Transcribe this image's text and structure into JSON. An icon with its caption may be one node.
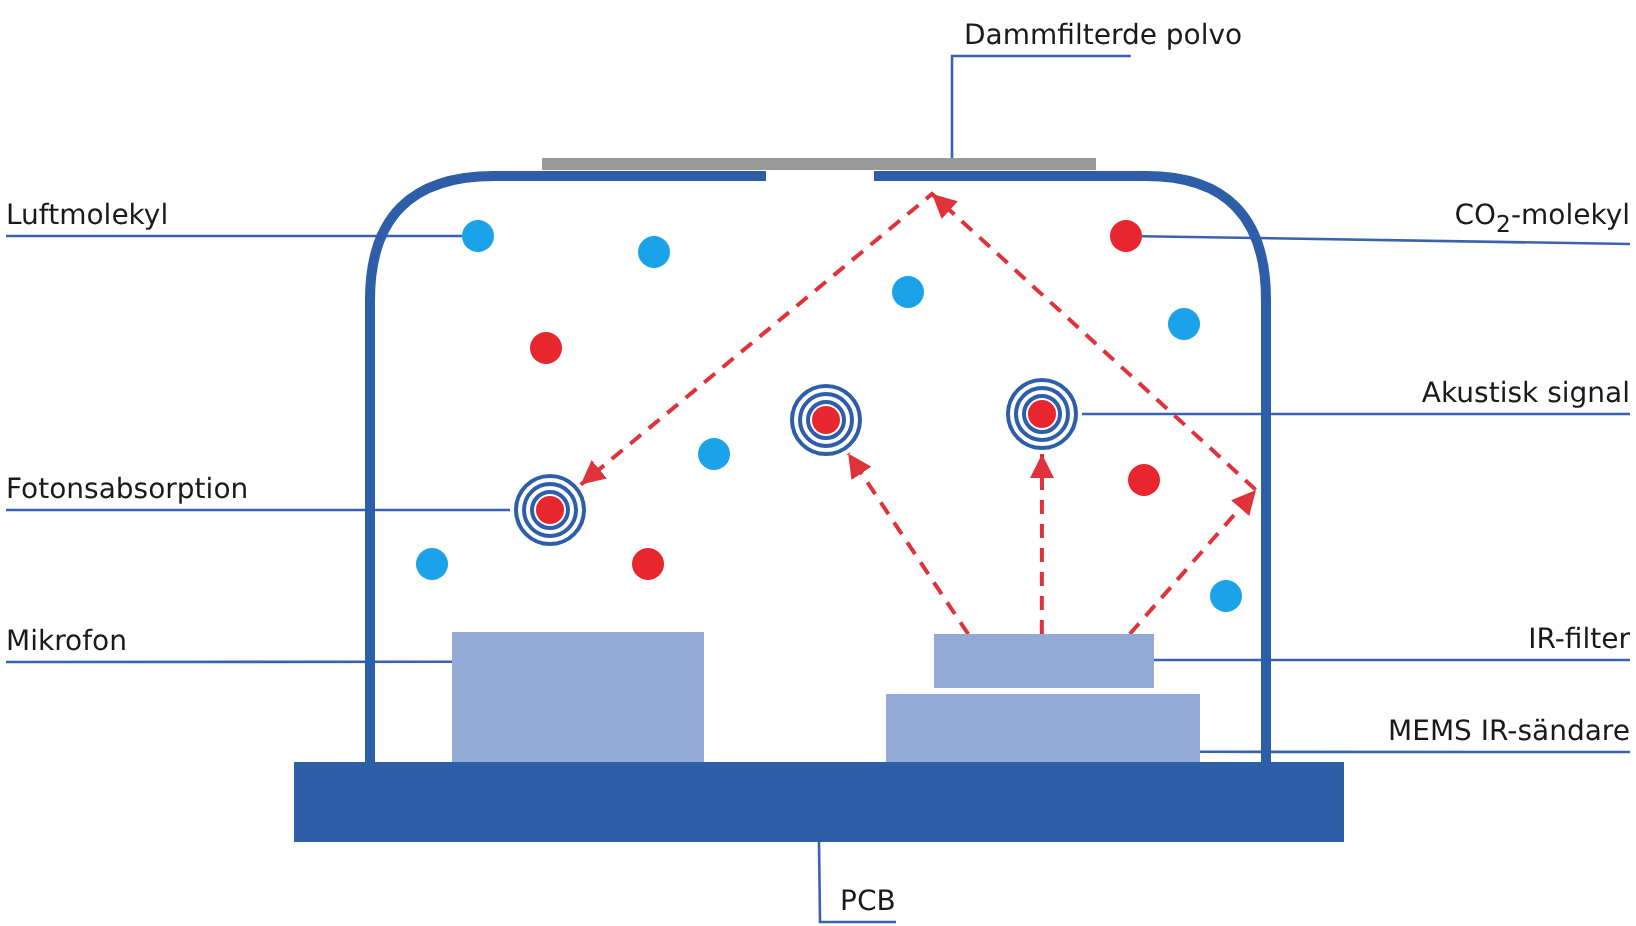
{
  "diagram": {
    "nodes": [
      {
        "text": [
          "Dammfilterde polvo"
        ]
      },
      {
        "text": [],
        "shape": "bar"
      },
      {
        "text": [
          "Luftmolekyl"
        ]
      },
      {
        "text": [],
        "shape": "circle"
      },
      {
        "text": [
          "CO$_{2}$-molekyl"
        ]
      },
      {
        "text": [],
        "shape": "circle"
      },
      {
        "text": [
          "Akustisk signal"
        ]
      },
      {
        "text": [],
        "shape": "circle"
      },
      {
        "text": [],
        "shape": "circle"
      },
      {
        "text": [
          "Fotonsabsorption"
        ]
      },
      {
        "text": [],
        "shape": "circle"
      },
      {
        "text": [
          "Mikrofon"
        ]
      },
      {
        "text": [],
        "shape": "box"
      },
      {
        "text": [
          "IR-filter"
        ]
      },
      {
        "text": [],
        "shape": "box"
      },
      {
        "text": [
          "MEMS IR-sändare"
        ]
      },
      {
        "text": [],
        "shape": "box"
      },
      {
        "text": [
          "PCB"
        ]
      },
      {
        "text": [],
        "shape": "bar"
      },
      {
        "text": [],
        "shape": "circle"
      },
      {
        "text": [],
        "shape": "circle"
      },
      {
        "text": [],
        "shape": "circle"
      },
      {
        "text": [],
        "shape": "circle"
      },
      {
        "text": [],
        "shape": "circle"
      },
      {
        "text": [],
        "shape": "circle"
      },
      {
        "text": [],
        "shape": "circle"
      },
      {
        "text": [],
        "shape": "circle"
      },
      {
        "text": [],
        "shape": "circle"
      }
    ],
    "edges": [
      {
        "from": 0,
        "to": 1,
        "arrow": "none"
      },
      {
        "from": 2,
        "to": 3,
        "arrow": "none"
      },
      {
        "from": 4,
        "to": 5,
        "arrow": "none"
      },
      {
        "from": 6,
        "to": 7,
        "arrow": "none"
      },
      {
        "from": 9,
        "to": 10,
        "arrow": "none"
      },
      {
        "from": 11,
        "to": 12,
        "arrow": "none"
      },
      {
        "from": 13,
        "to": 14,
        "arrow": "none"
      },
      {
        "from": 15,
        "to": 16,
        "arrow": "none"
      },
      {
        "from": 17,
        "to": 18,
        "arrow": "none"
      },
      {
        "from": 14,
        "to": 8,
        "arrow": "to",
        "style": "dashed",
        "color": "#e0323a"
      },
      {
        "from": 14,
        "to": 7,
        "arrow": "to",
        "style": "dashed",
        "color": "#e0323a"
      },
      {
        "from": 14,
        "to": 10,
        "arrow": "to",
        "style": "dashed",
        "color": "#e0323a"
      }
    ]
  }
}
